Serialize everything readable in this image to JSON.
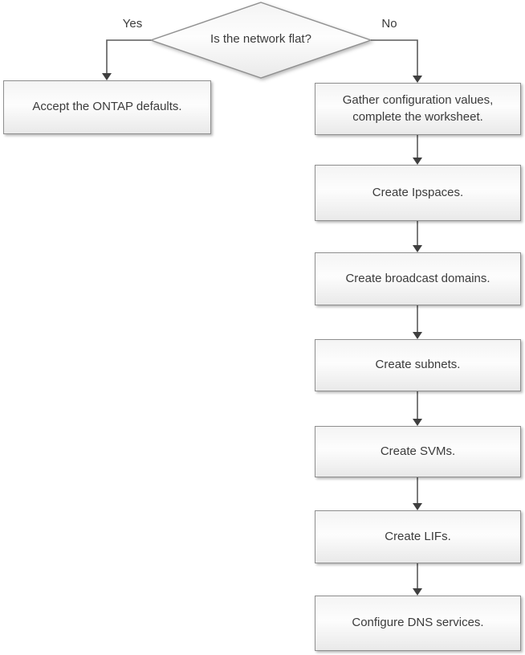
{
  "diagram": {
    "decision": {
      "label": "Is the network flat?"
    },
    "branch_labels": {
      "yes": "Yes",
      "no": "No"
    },
    "yes_node": {
      "label": "Accept the ONTAP defaults."
    },
    "no_nodes": [
      {
        "label": "Gather configuration values, complete the worksheet."
      },
      {
        "label": "Create Ipspaces."
      },
      {
        "label": "Create broadcast domains."
      },
      {
        "label": "Create subnets."
      },
      {
        "label": "Create SVMs."
      },
      {
        "label": "Create LIFs."
      },
      {
        "label": "Configure DNS services."
      }
    ],
    "colors": {
      "background": "#ffffff",
      "node_border": "#8f8f8f",
      "node_fill_top": "#f4f4f4",
      "node_fill_bottom": "#e9e9e9",
      "connector": "#5b5b5b",
      "arrowhead": "#3f3f3f",
      "text": "#3b3b3b"
    }
  }
}
